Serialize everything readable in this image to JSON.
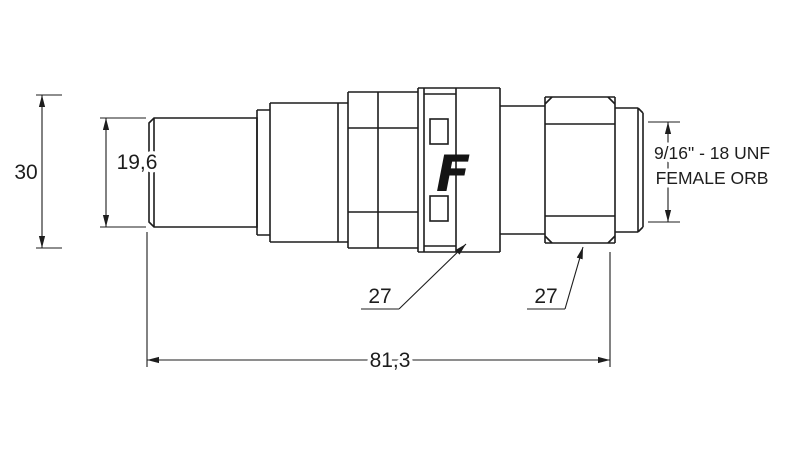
{
  "meta": {
    "type": "technical-drawing",
    "subject": "hydraulic-quick-coupling-side-view",
    "background_color": "#ffffff",
    "line_color": "#1d1d1d"
  },
  "logo": {
    "text": "F"
  },
  "dimensions": {
    "overall_height": {
      "value": "30"
    },
    "tip_diameter": {
      "value": "19,6"
    },
    "collar_hex": {
      "value": "27"
    },
    "nut_hex": {
      "value": "27"
    },
    "overall_length": {
      "value": "81,3"
    },
    "port_thread": {
      "line1": "9/16\" - 18 UNF",
      "line2": "FEMALE ORB"
    }
  }
}
